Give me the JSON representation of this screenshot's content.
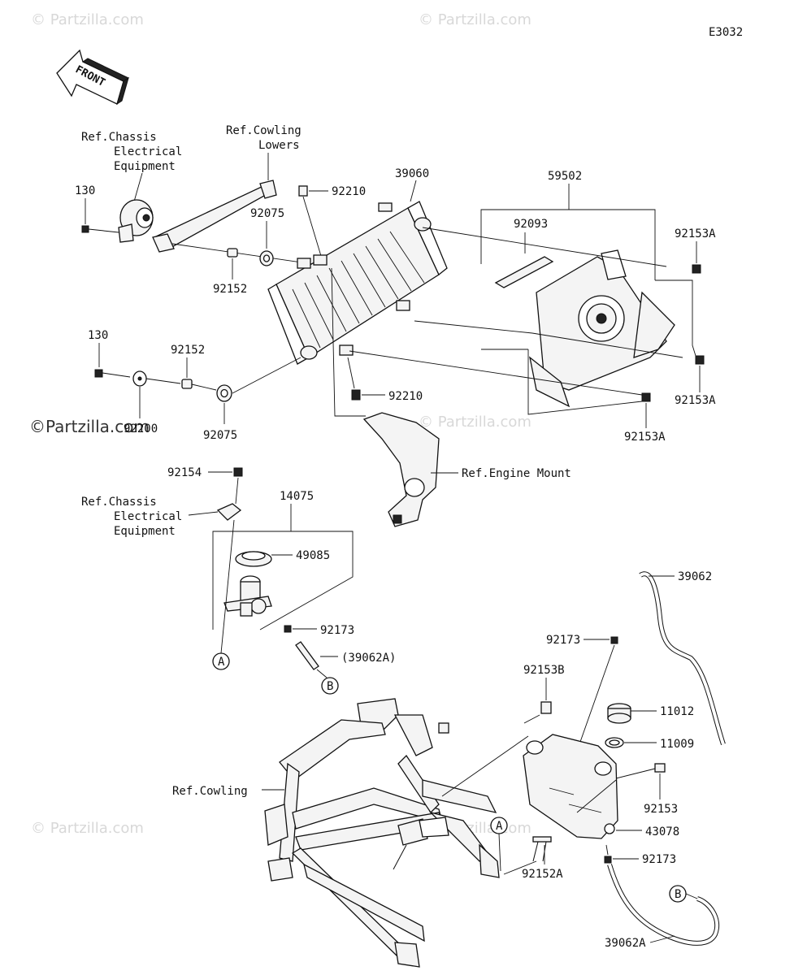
{
  "diagram_code": "E3032",
  "front_label": "FRONT",
  "watermark": "© Partzilla.com",
  "watermark_brand": "©Partzilla.com",
  "refs": {
    "chassis_top": [
      "Ref.Chassis",
      "Electrical",
      "Equipment"
    ],
    "cowling_lowers": [
      "Ref.Cowling",
      "Lowers"
    ],
    "engine_mount": "Ref.Engine Mount",
    "chassis_mid": [
      "Ref.Chassis",
      "Electrical",
      "Equipment"
    ],
    "cowling": "Ref.Cowling"
  },
  "parts": {
    "p130a": "130",
    "p130b": "130",
    "p92210a": "92210",
    "p92210b": "92210",
    "p39060": "39060",
    "p59502": "59502",
    "p92093": "92093",
    "p92153a_1": "92153A",
    "p92153a_2": "92153A",
    "p92153a_3": "92153A",
    "p92075a": "92075",
    "p92075b": "92075",
    "p92152a": "92152",
    "p92152b": "92152",
    "p92200": "92200",
    "p92154": "92154",
    "p14075": "14075",
    "p49085": "49085",
    "p92173a": "92173",
    "p39062a_paren": "(39062A)",
    "p39062": "39062",
    "p92173b": "92173",
    "p92153b": "92153B",
    "p11012": "11012",
    "p11009": "11009",
    "p92153": "92153",
    "p43078": "43078",
    "p92152a_cap": "92152A",
    "p92173c": "92173",
    "p39062a": "39062A"
  },
  "callouts": {
    "a1": "A",
    "b1": "B",
    "a2": "A",
    "b2": "B"
  }
}
